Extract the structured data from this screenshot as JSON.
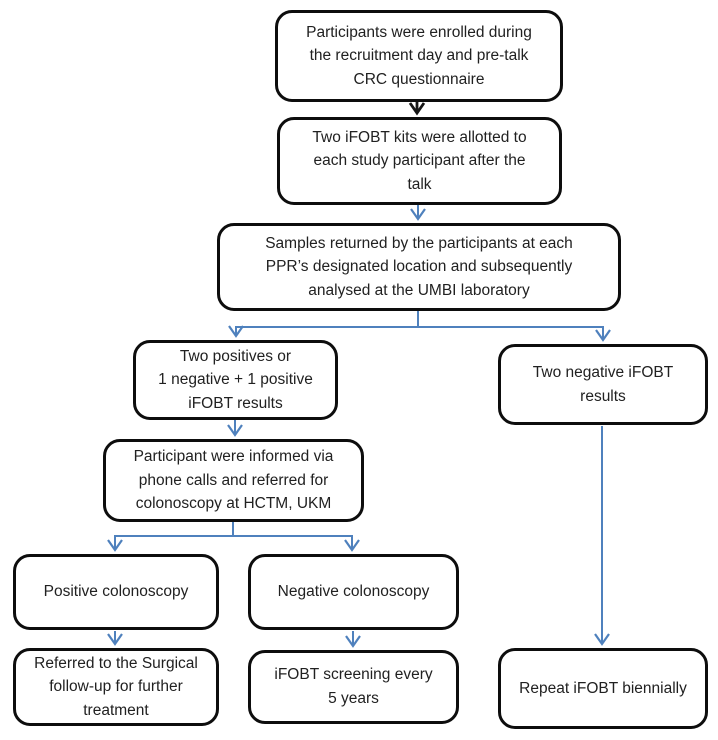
{
  "figure": {
    "type": "flowchart",
    "title": "iFOBT CRC screening participant flow",
    "colors": {
      "box_border": "#0d0d0d",
      "box_fill": "#ffffff",
      "text": "#212121",
      "connector_blue": "#4f81bd",
      "connector_black": "#151515",
      "background": "#ffffff"
    },
    "boxes": [
      {
        "id": "enrolled",
        "lines": [
          "Participants were enrolled during",
          "the recruitment day and pre-talk",
          "CRC questionnaire"
        ]
      },
      {
        "id": "kits",
        "lines": [
          "Two iFOBT kits were allotted to",
          "each study participant after the",
          "talk"
        ]
      },
      {
        "id": "samples",
        "lines": [
          "Samples returned by the participants at each",
          "PPR’s designated location and subsequently",
          "analysed at the UMBI laboratory"
        ]
      },
      {
        "id": "positive-results",
        "lines": [
          "Two positives or",
          "1 negative + 1 positive",
          "iFOBT results"
        ]
      },
      {
        "id": "negative-results",
        "lines": [
          "Two negative iFOBT",
          "results"
        ]
      },
      {
        "id": "informed",
        "lines": [
          "Participant were informed via",
          "phone calls and referred for",
          "colonoscopy at HCTM, UKM"
        ]
      },
      {
        "id": "positive-colonoscopy",
        "lines": [
          "Positive colonoscopy"
        ]
      },
      {
        "id": "negative-colonoscopy",
        "lines": [
          "Negative colonoscopy"
        ]
      },
      {
        "id": "surgical-followup",
        "lines": [
          "Referred to the Surgical",
          "follow-up for further",
          "treatment"
        ]
      },
      {
        "id": "screening-5-years",
        "lines": [
          "iFOBT screening every",
          "5 years"
        ]
      },
      {
        "id": "repeat-biennially",
        "lines": [
          "Repeat iFOBT biennially"
        ]
      }
    ]
  }
}
